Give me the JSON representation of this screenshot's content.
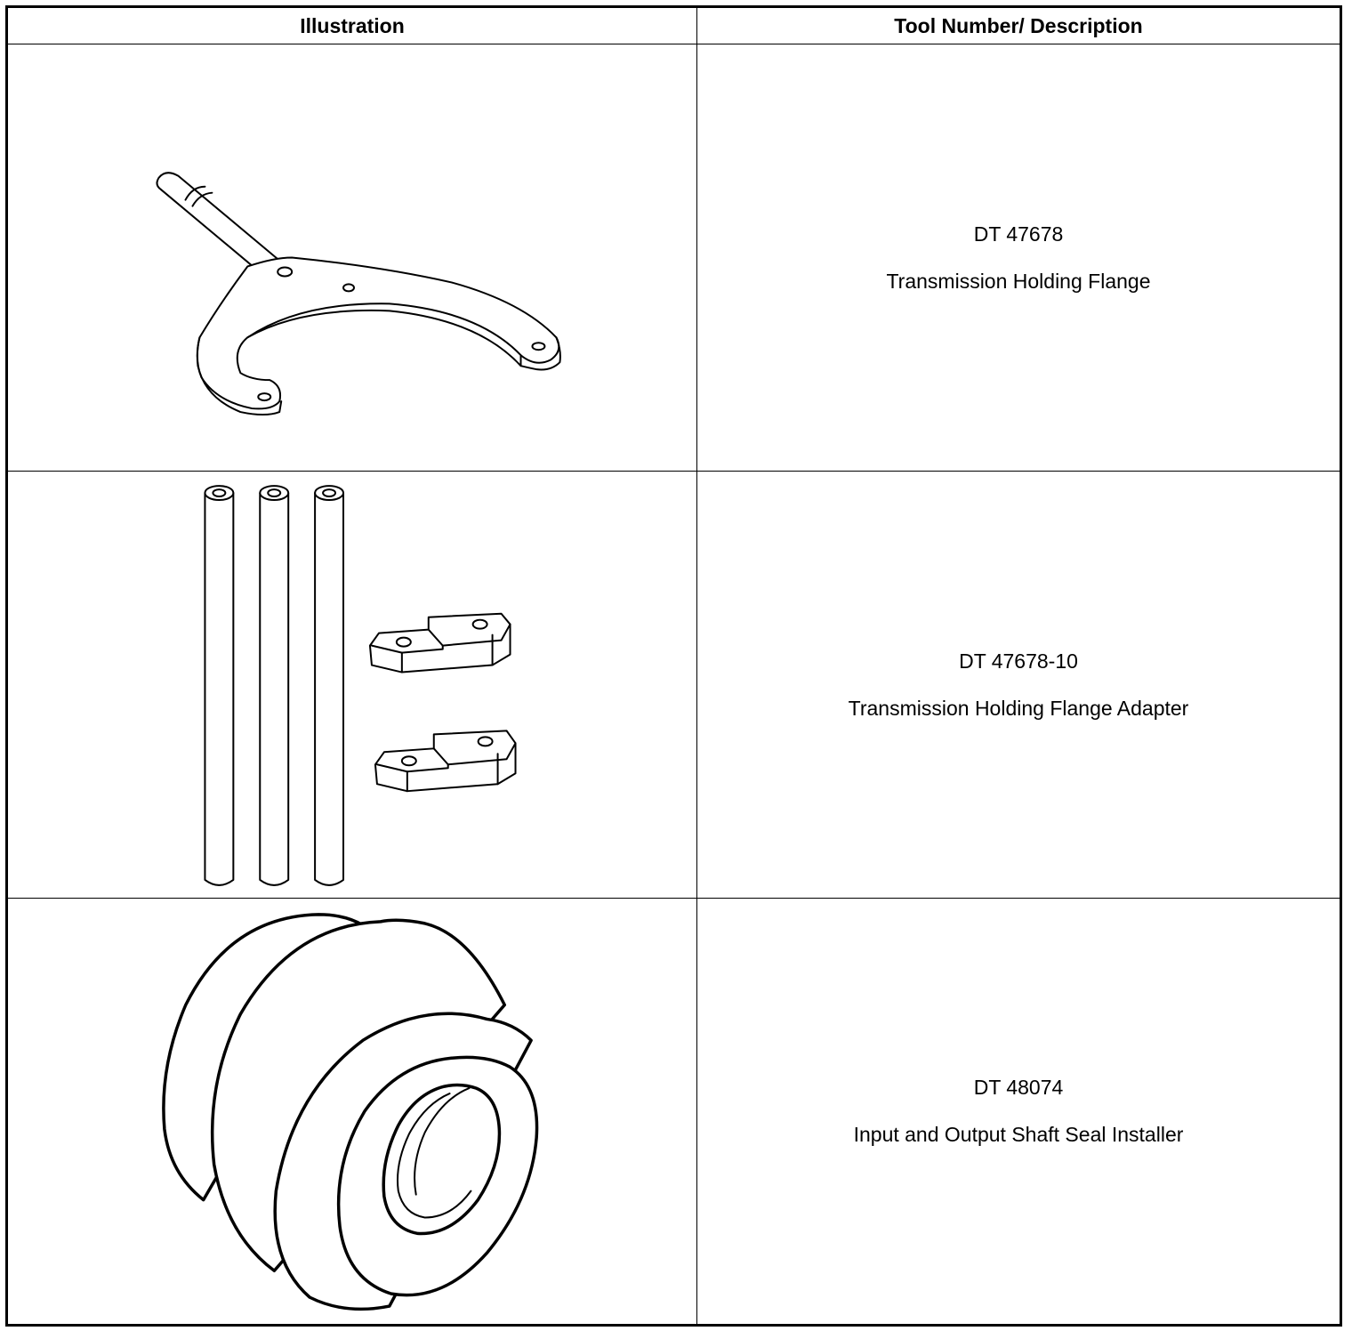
{
  "table": {
    "headers": {
      "illustration": "Illustration",
      "description": "Tool Number/ Description"
    },
    "rows": [
      {
        "tool_number": "DT 47678",
        "description": "Transmission Holding Flange",
        "illustration_icon": "holding-flange-icon"
      },
      {
        "tool_number": "DT 47678-10",
        "description": "Transmission Holding Flange Adapter",
        "illustration_icon": "flange-adapter-icon"
      },
      {
        "tool_number": "DT 48074",
        "description": "Input and Output Shaft Seal Installer",
        "illustration_icon": "seal-installer-icon"
      }
    ]
  }
}
